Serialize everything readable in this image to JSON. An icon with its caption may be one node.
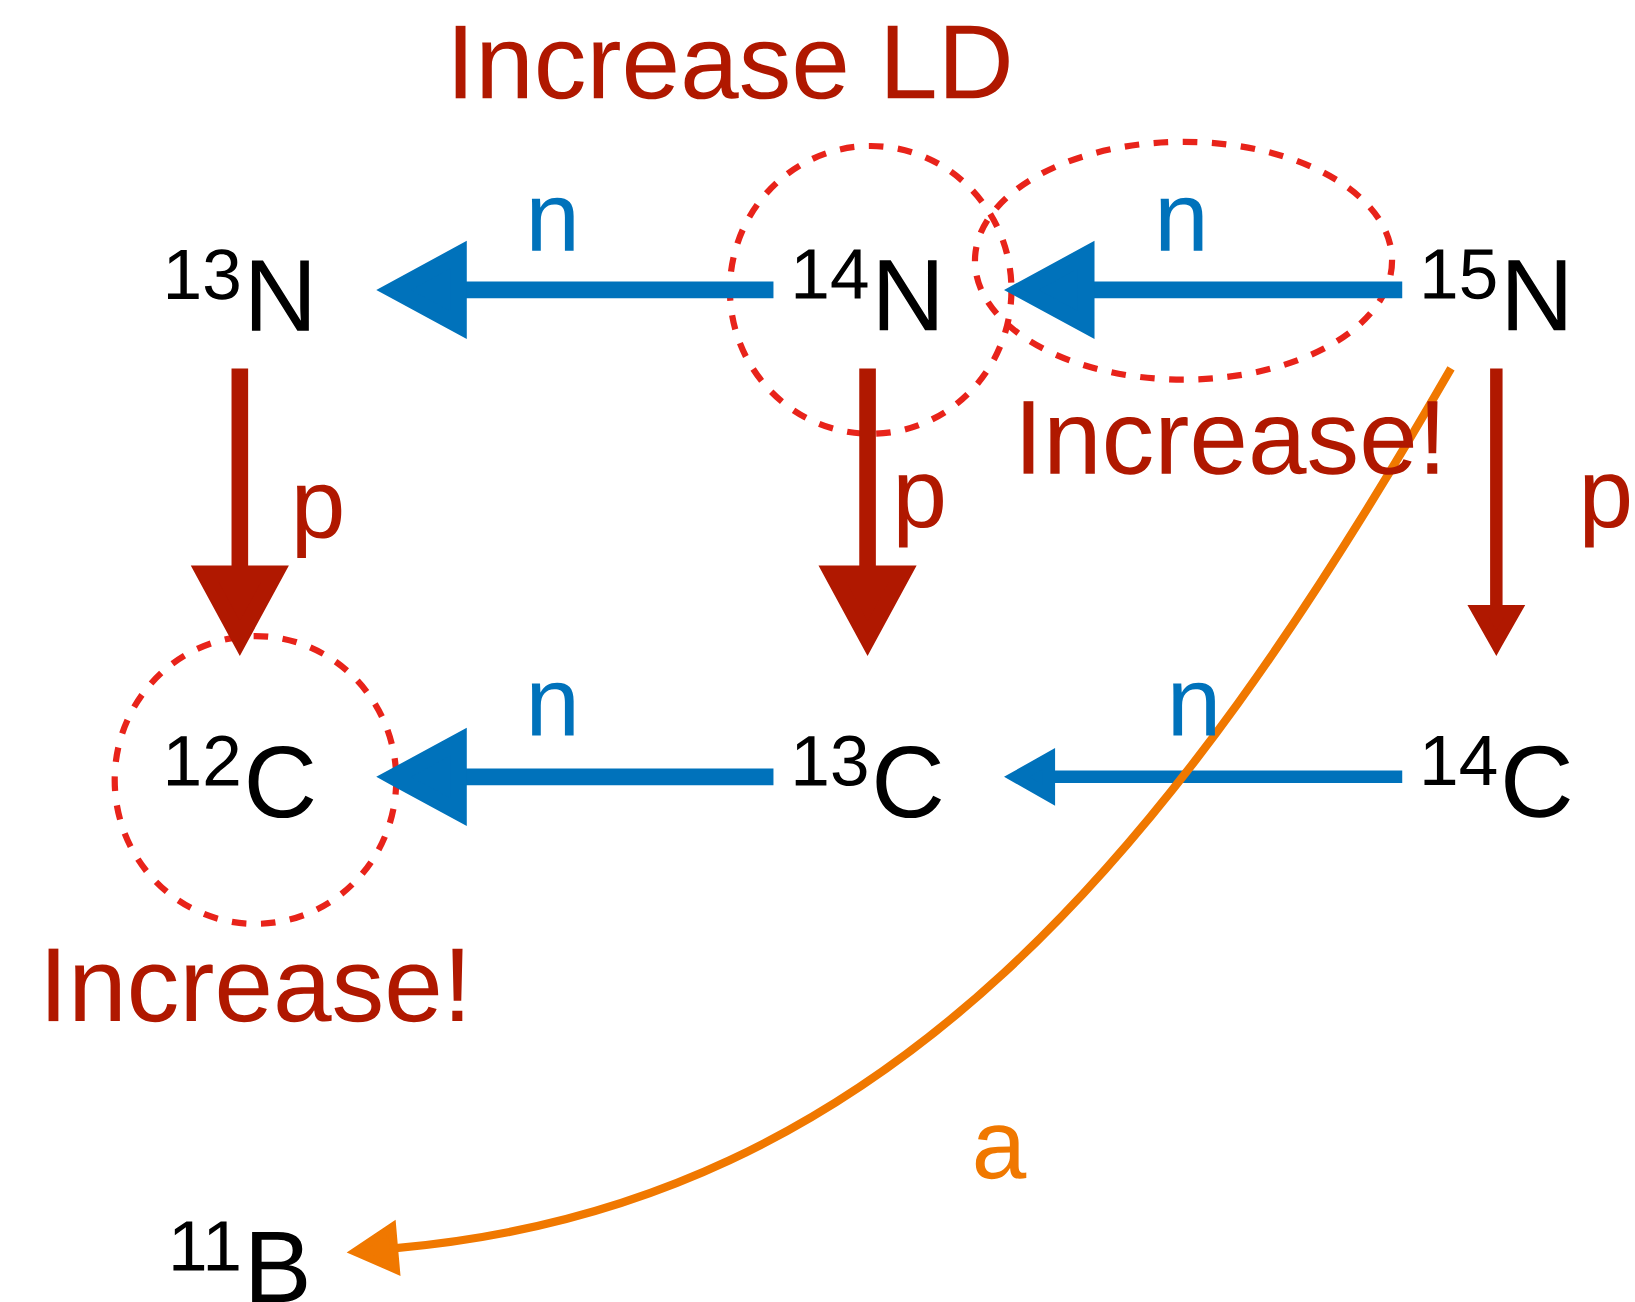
{
  "diagram": {
    "nodes": [
      {
        "text": [
          "$^{13}$N"
        ]
      },
      {
        "text": [
          "$^{14}$N"
        ]
      },
      {
        "text": [
          "$^{15}$N"
        ]
      },
      {
        "text": [
          "$^{12}$C"
        ]
      },
      {
        "text": [
          "$^{13}$C"
        ]
      },
      {
        "text": [
          "$^{14}$C"
        ]
      },
      {
        "text": [
          "$^{11}$B"
        ]
      }
    ],
    "edges": [
      {
        "from": 1,
        "to": 0,
        "arrow": "to",
        "label": "n",
        "color": "#0072bb"
      },
      {
        "from": 2,
        "to": 1,
        "arrow": "to",
        "label": "n",
        "color": "#0072bb"
      },
      {
        "from": 0,
        "to": 3,
        "arrow": "to",
        "label": "p",
        "color": "#b01800"
      },
      {
        "from": 1,
        "to": 4,
        "arrow": "to",
        "label": "p",
        "color": "#b01800"
      },
      {
        "from": 2,
        "to": 5,
        "arrow": "to",
        "label": "p",
        "color": "#b01800"
      },
      {
        "from": 4,
        "to": 3,
        "arrow": "to",
        "label": "n",
        "color": "#0072bb"
      },
      {
        "from": 5,
        "to": 4,
        "arrow": "to",
        "label": "n",
        "color": "#0072bb"
      },
      {
        "from": 2,
        "to": 6,
        "arrow": "to",
        "label": "a",
        "color": "#f07800"
      }
    ],
    "labels": [
      "Increase LD",
      "Increase!",
      "Increase!"
    ]
  }
}
